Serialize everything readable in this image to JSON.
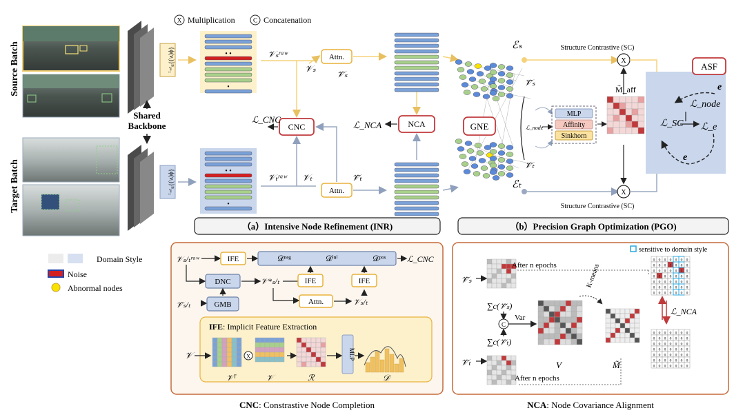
{
  "legend_top": {
    "mult_symbol": "X",
    "mult_label": "Multiplication",
    "concat_symbol": "C",
    "concat_label": "Concatenation"
  },
  "left": {
    "source_batch": "Source Batch",
    "target_batch": "Target Batch",
    "shared_backbone_line1": "Shared",
    "shared_backbone_line2": "Backbone"
  },
  "inr": {
    "v_s_raw": "𝒱ₛʳᵃʷ",
    "v_s": "𝒱ₛ",
    "v_s_tilde": "𝒱̃ₛ",
    "v_t_raw": "𝒱ₜʳᵃʷ",
    "v_t": "𝒱ₜ",
    "v_t_tilde": "𝒱̃ₜ",
    "attn": "Attn.",
    "cnc": "CNC",
    "nca": "NCA",
    "l_cnc": "ℒ_CNC",
    "l_nca": "ℒ_NCA",
    "title": "（a）Intensive Node Refinement (INR)"
  },
  "pgo": {
    "gne": "GNE",
    "sc_top": "Structure Contrastive (SC)",
    "sc_bottom": "Structure Contrastive (SC)",
    "eps_s": "ℰₛ",
    "eps_t": "ℰₜ",
    "v_s_tilde": "𝒱̃ₛ",
    "v_t_tilde": "𝒱̃ₜ",
    "l_node_small": "ℒ_node",
    "mlp": "MLP",
    "affinity": "Affinity",
    "sinkhorn": "Sinkhorn",
    "m_aff": "M̃_aff",
    "asf": "ASF",
    "e": "e",
    "l_node": "ℒ_node",
    "l_sc": "ℒ_SC",
    "l_e": "ℒ_e",
    "title": "（b）Precision Graph Optimization (PGO)"
  },
  "legend_bottom": {
    "domain_style": "Domain Style",
    "noise": "Noise",
    "abnormal": "Abnormal nodes"
  },
  "cnc_panel": {
    "v_raw": "𝒱ₛ/ₜʳᵃʷ",
    "ife": "IFE",
    "d_neg": "𝒟ⁿᵉᵍ",
    "d_ini": "𝒟ⁱⁿⁱ",
    "d_pos": "𝒟ᵖᵒˢ",
    "l_cnc": "ℒ_CNC",
    "dnc": "DNC",
    "gmb": "GMB",
    "v_star": "𝒱*ₛ/ₜ",
    "v_tilde": "𝒱̃ₛ/ₜ",
    "attn": "Attn.",
    "v_out": "𝒱ₛ/ₜ",
    "ife_title_bold": "IFE",
    "ife_title_rest": ": Implicit Feature Extraction",
    "v": "𝒱",
    "v_T": "𝒱ᵀ",
    "v2": "𝒱",
    "r": "ℛ",
    "mlp": "MLP",
    "d": "𝒟",
    "caption_bold": "CNC",
    "caption_rest": ": Constrastive Node Completion"
  },
  "nca_panel": {
    "sensitive": "sensitive to domain style",
    "v_s_tilde": "𝒱̃ₛ",
    "v_t_tilde": "𝒱̃ₜ",
    "after_top": "After n epochs",
    "after_bottom": "After n epochs",
    "sum_s": "∑c(𝒱̃ₛ)",
    "sum_t": "∑c(𝒱̃ₜ)",
    "var": "Var",
    "kmeans": "K-means",
    "V": "V",
    "M": "M̃",
    "l_nca": "ℒ_NCA",
    "caption_bold": "NCA",
    "caption_rest": ": Node Covariance Alignment"
  },
  "colors": {
    "yellow_line": "#f5d27a",
    "gray_line": "#9aa8c0",
    "red_box": "#c0393b",
    "yellow_box": "#e8b23a",
    "panel_border": "#c46a3a",
    "blue_bg": "#c9d6ec",
    "yellow_bg": "#fdf1cc"
  }
}
